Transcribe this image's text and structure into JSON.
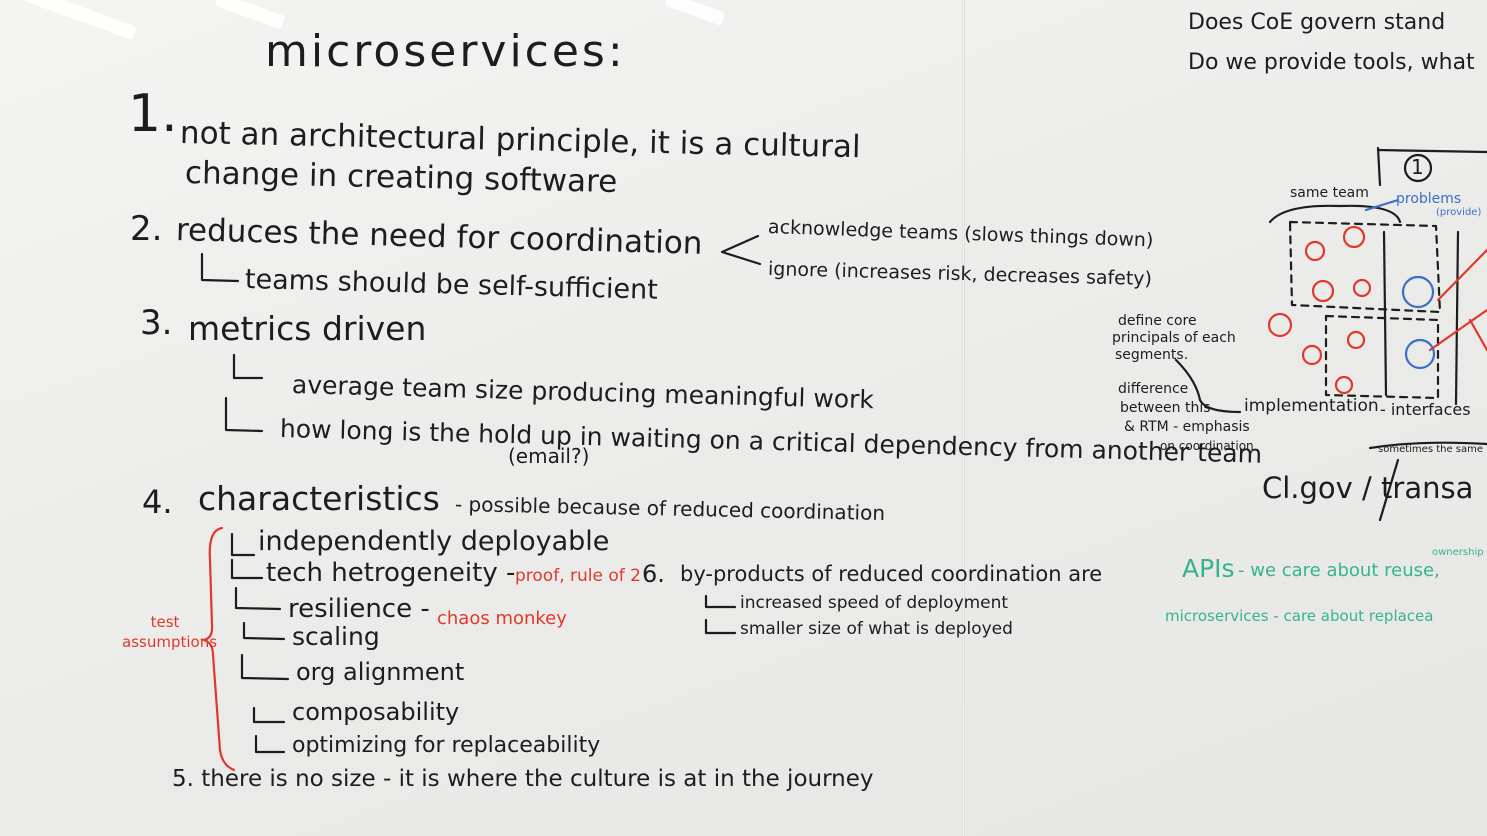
{
  "title": "microservices:",
  "item1": {
    "num": "1.",
    "line1": "not an architectural principle, it is a cultural",
    "line2": "change in creating software"
  },
  "item2": {
    "num": "2.",
    "text": "reduces the need for coordination",
    "sub": "teams should be self-sufficient",
    "branch_a": "acknowledge teams (slows things down)",
    "branch_b": "ignore (increases risk, decreases safety)"
  },
  "item3": {
    "num": "3.",
    "text": "metrics driven",
    "sub1": "average team size producing meaningful work",
    "sub2": "how long is the hold up in waiting on a critical dependency from another team",
    "sub2_note": "(email?)"
  },
  "item4": {
    "num": "4.",
    "text": "characteristics",
    "note": "- possible because of reduced coordination",
    "bracket_note": "test assumptions",
    "subs": [
      "independently deployable",
      "tech hetrogeneity -",
      "resilience -",
      "scaling",
      "org alignment",
      "composability",
      "optimizing for replaceability"
    ],
    "tech_note": "proof, rule of 2",
    "resilience_note": "chaos monkey"
  },
  "item5": {
    "text": "5. there is no size - it is where the culture is at in the journey"
  },
  "item6": {
    "num": "6.",
    "text": "by-products of reduced coordination are",
    "subs": [
      "increased speed of deployment",
      "smaller size of what is deployed"
    ]
  },
  "right_panel": {
    "q1": "Does CoE govern stand",
    "q2": "Do we provide tools, what",
    "diagram_number": "1",
    "same_team": "same team",
    "problems": "problems",
    "provide": "(provide)",
    "define_core": [
      "define core",
      "principals of each",
      "segments."
    ],
    "difference": [
      "difference",
      "between this",
      "& RTM - emphasis",
      "on coordination"
    ],
    "implementation": "implementation",
    "interfaces": "- interfaces",
    "sometimes": "sometimes the same",
    "cl_gov": "Cl.gov / transa",
    "apis": "APIs",
    "apis_note": "- we care about reuse,",
    "ownership": "ownership",
    "microservices_note": "microservices - care about replacea"
  },
  "colors": {
    "ink": "#1d1d1f",
    "red": "#e0392b",
    "blue": "#3a6fc4",
    "green": "#35b58a"
  }
}
